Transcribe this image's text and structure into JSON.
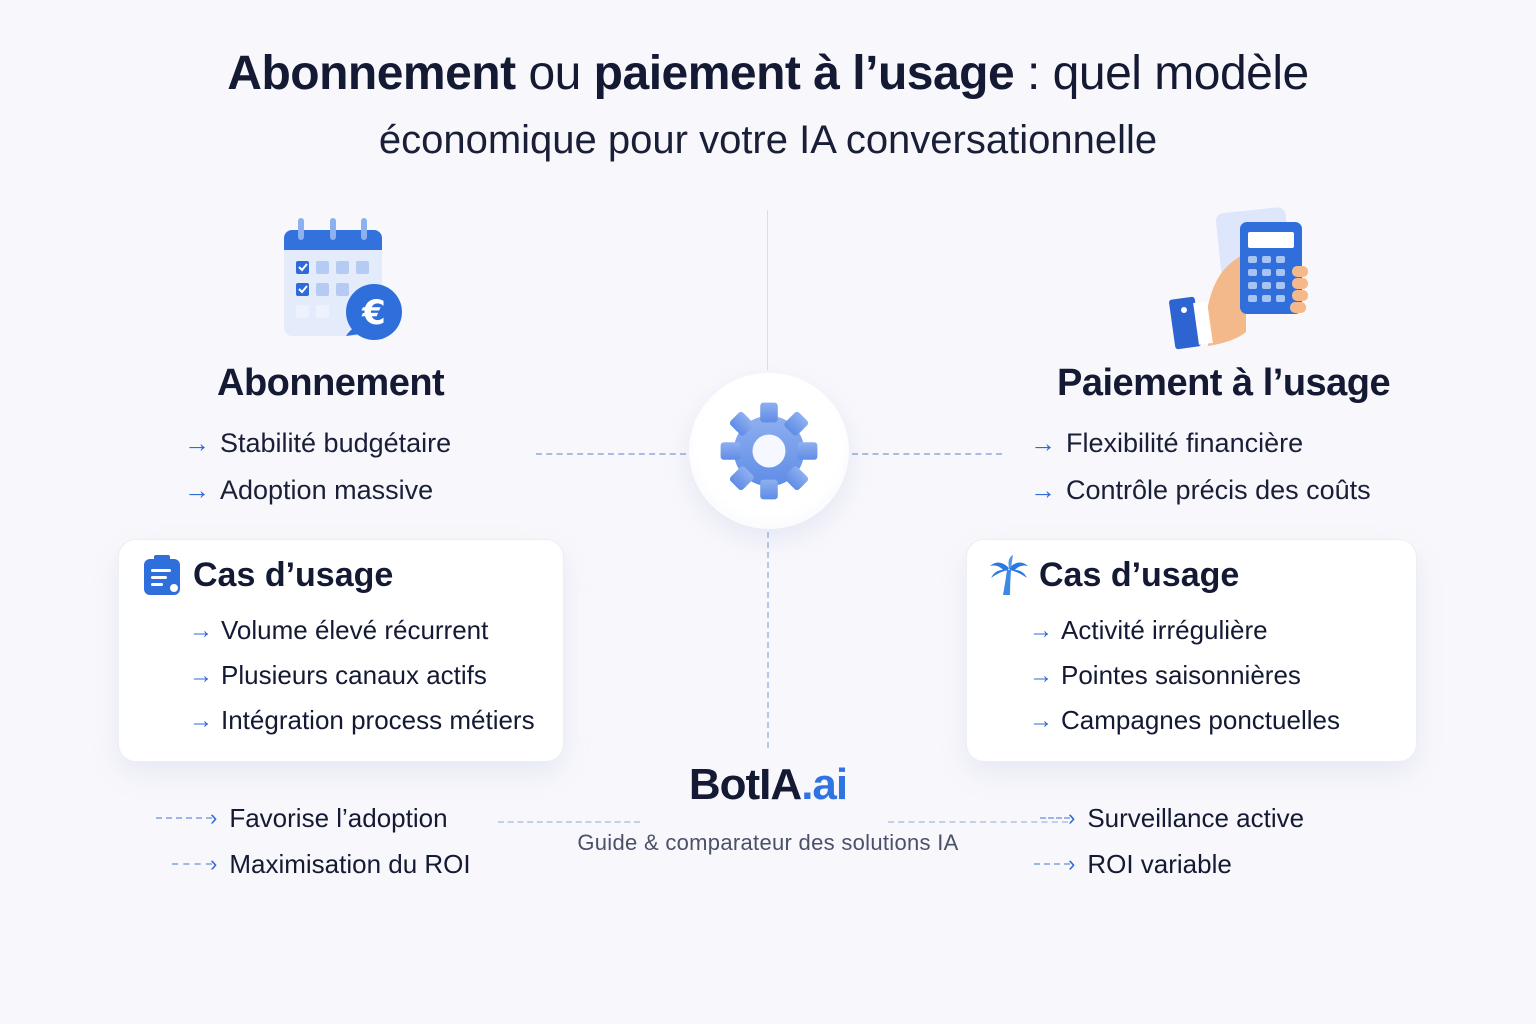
{
  "title": {
    "line1": {
      "part1": "Abonnement",
      "part2": " ou ",
      "part3": "paiement à l’usage",
      "part4": " : quel modèle"
    },
    "line2": "économique pour votre IA conversationnelle"
  },
  "left": {
    "icon": "calendar-euro-icon",
    "heading": "Abonnement",
    "benefits": [
      "Stabilité budgétaire",
      "Adoption massive"
    ],
    "card": {
      "icon": "clipboard-icon",
      "heading": "Cas d’usage",
      "items": [
        "Volume élevé récurrent",
        "Plusieurs canaux actifs",
        "Intégration process métiers"
      ]
    },
    "notes": [
      "Favorise l’adoption",
      "Maximisation du ROI"
    ]
  },
  "right": {
    "icon": "hand-calculator-icon",
    "heading": "Paiement à l’usage",
    "benefits": [
      "Flexibilité financière",
      "Contrôle précis des coûts"
    ],
    "card": {
      "icon": "palm-tree-icon",
      "heading": "Cas d’usage",
      "items": [
        "Activité irrégulière",
        "Pointes saisonnières",
        "Campagnes ponctuelles"
      ]
    },
    "notes": [
      "Surveillance active",
      "ROI variable"
    ]
  },
  "center": {
    "icon": "gear-icon"
  },
  "brand": {
    "name": "BotIA",
    "suffix": ".ai",
    "tagline": "Guide & comparateur des solutions IA"
  },
  "glyphs": {
    "arrow": "→",
    "arrow_head": "›"
  },
  "colors": {
    "background": "#f8f8fc",
    "text": "#141a33",
    "accent": "#2f6ad9",
    "brand_accent": "#2f74e0",
    "gear": "#6f98ea",
    "dashed": "#a8bde6"
  }
}
